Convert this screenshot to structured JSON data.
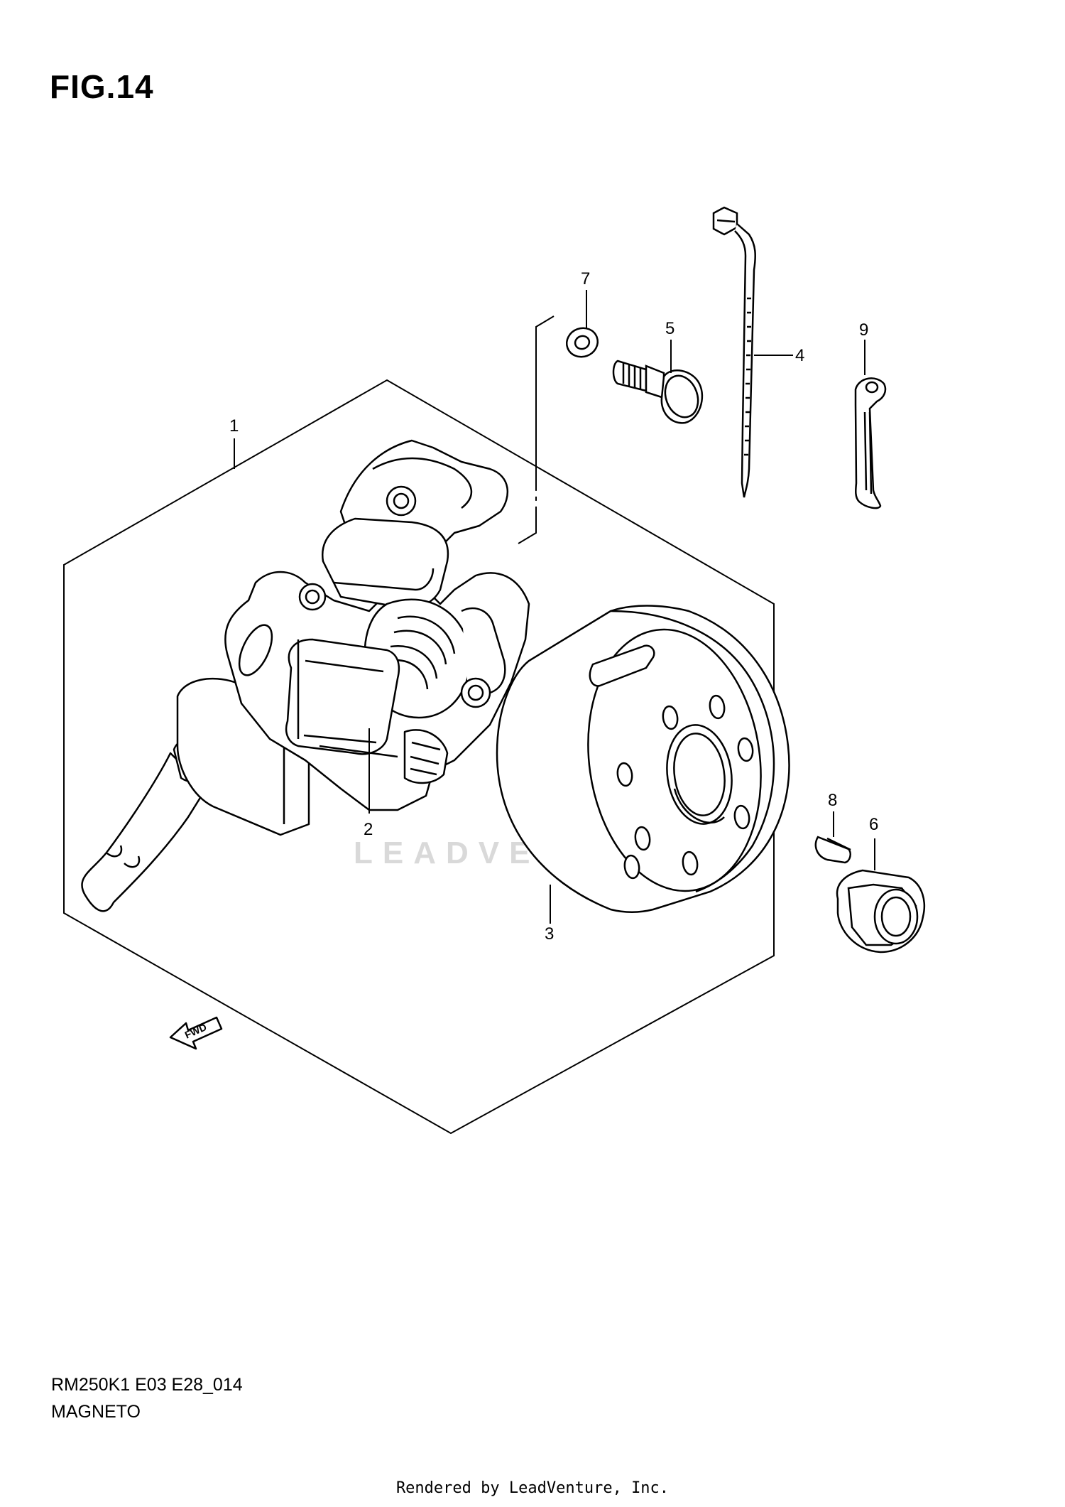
{
  "figure": {
    "title": "FIG.14",
    "code": "RM250K1 E03 E28_014",
    "name": "MAGNETO"
  },
  "watermark": {
    "text": "LEADVENTURE"
  },
  "footer": {
    "rendered_by": "Rendered by LeadVenture, Inc."
  },
  "direction_indicator": {
    "label": "FWD"
  },
  "callouts": {
    "c1": "1",
    "c2": "2",
    "c3": "3",
    "c4": "4",
    "c5": "5",
    "c6": "6",
    "c7": "7",
    "c8": "8",
    "c9": "9"
  },
  "parts": [
    {
      "ref": "1",
      "icon": "stator-assembly-icon"
    },
    {
      "ref": "2",
      "icon": "stator-coil-icon"
    },
    {
      "ref": "3",
      "icon": "flywheel-rotor-icon"
    },
    {
      "ref": "4",
      "icon": "cable-tie-icon"
    },
    {
      "ref": "5",
      "icon": "bolt-icon"
    },
    {
      "ref": "6",
      "icon": "flange-nut-icon"
    },
    {
      "ref": "7",
      "icon": "washer-icon"
    },
    {
      "ref": "8",
      "icon": "woodruff-key-icon"
    },
    {
      "ref": "9",
      "icon": "clamp-icon"
    }
  ]
}
